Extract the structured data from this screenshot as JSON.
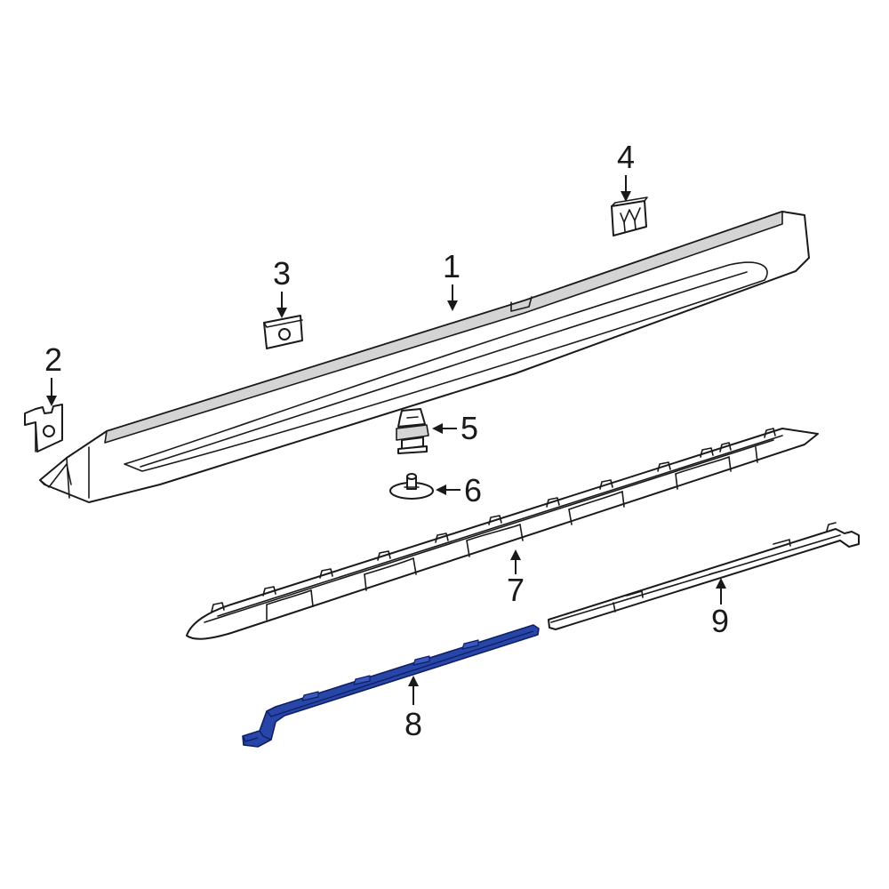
{
  "colors": {
    "highlight": "#2846a8",
    "highlight_edge": "#0f1f66",
    "outline": "#1a1a1a",
    "shade": "#d4d4d4"
  },
  "callouts": [
    {
      "number": "1",
      "part": "rocker-panel"
    },
    {
      "number": "2",
      "part": "clip"
    },
    {
      "number": "3",
      "part": "retainer-nut"
    },
    {
      "number": "4",
      "part": "clip"
    },
    {
      "number": "5",
      "part": "push-clip"
    },
    {
      "number": "6",
      "part": "fastener"
    },
    {
      "number": "7",
      "part": "rocker-molding"
    },
    {
      "number": "8",
      "part": "bracket-highlighted"
    },
    {
      "number": "9",
      "part": "reinforcement-strip"
    }
  ],
  "highlighted_part": "8"
}
